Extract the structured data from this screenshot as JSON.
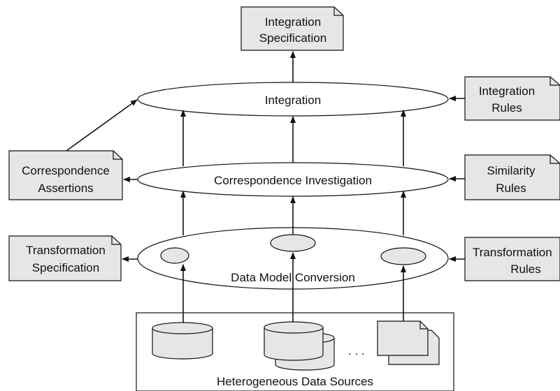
{
  "diagram": {
    "integration_spec": [
      "Integration",
      "Specification"
    ],
    "integration": "Integration",
    "integration_rules": [
      "Integration",
      "Rules"
    ],
    "correspondence_assertions": [
      "Correspondence",
      "Assertions"
    ],
    "correspondence_investigation": "Correspondence Investigation",
    "similarity_rules": [
      "Similarity",
      "Rules"
    ],
    "transformation_spec": [
      "Transformation",
      "Specification"
    ],
    "data_model_conversion": "Data Model Conversion",
    "transformation_rules": [
      "Transformation",
      "Rules"
    ],
    "ellipsis": ". . .",
    "sources_label": "Heterogeneous Data Sources"
  }
}
